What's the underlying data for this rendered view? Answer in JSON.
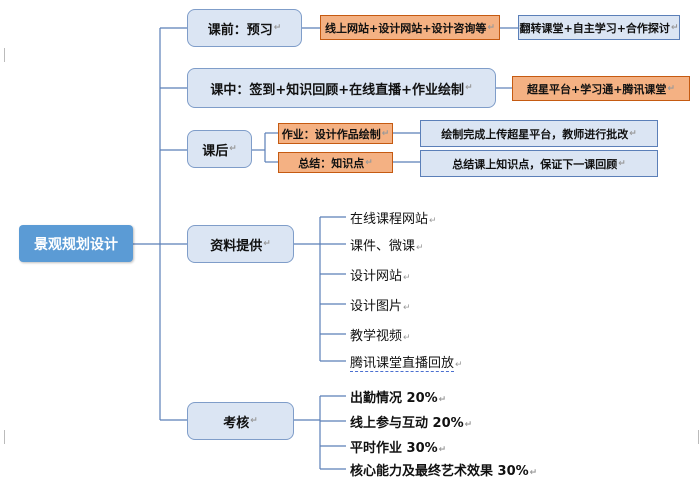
{
  "root": "景观规划设计",
  "branches": {
    "pre": "课前：预习",
    "mid": "课中：签到+知识回顾+在线直播+作业绘制",
    "post": "课后",
    "res": "资料提供",
    "eval": "考核"
  },
  "pre_boxes": {
    "a": "线上网站+设计网站+设计咨询等",
    "b": "翻转课堂+自主学习+合作探讨"
  },
  "mid_boxes": {
    "a": "超星平台+学习通+腾讯课堂"
  },
  "post_boxes": {
    "hw": "作业：设计作品绘制",
    "hw_desc": "绘制完成上传超星平台，教师进行批改",
    "sum": "总结：知识点",
    "sum_desc": "总结课上知识点，保证下一课回顾"
  },
  "resources": [
    "在线课程网站",
    "课件、微课",
    "设计网站",
    "设计图片",
    "教学视频",
    "腾讯课堂直播回放"
  ],
  "assessment": [
    "出勤情况 20%",
    "线上参与互动 20%",
    "平时作业 30%",
    "核心能力及最终艺术效果 30%"
  ],
  "paragraph_mark": "↵"
}
